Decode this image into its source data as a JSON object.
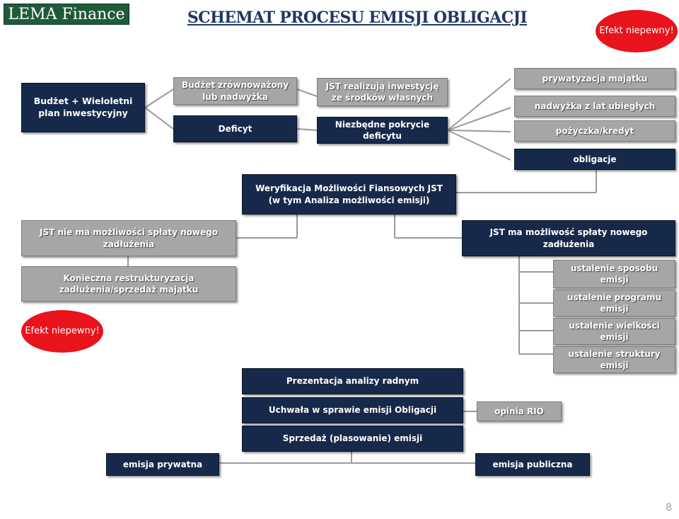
{
  "logo": "LEMA Finance",
  "title": "SCHEMAT PROCESU EMISJI OBLIGACJI",
  "bubble_top": "Efekt niepewny!",
  "bubble_left": "Efekt niepewny!",
  "boxes": {
    "budzet": "Budżet + Wieloletni plan inwestycyjny",
    "zrownowazony": "Budżet zrównoważony lub nadwyżka",
    "deficyt": "Deficyt",
    "jst_realizuja": "JST realizują inwestycję ze środków własnych",
    "niezbedne": "Niezbędne pokrycie deficytu",
    "prywatyzacja": "prywatyzacja majątku",
    "nadwyzka": "nadwyżka z lat ubiegłych",
    "pozyczka": "pożyczka/kredyt",
    "obligacje": "obligacje",
    "weryfikacja_1": "Weryfikacja  Możliwości Fiansowych JST",
    "weryfikacja_2": "(w tym Analiza możliwości emisji)",
    "nie_ma": "JST nie ma możliwości spłaty nowego zadłużenia",
    "ma": "JST ma możliwość spłaty nowego zadłużenia",
    "restrukturyzacja": "Konieczna restrukturyzacja zadłużenia/sprzedaż majątku",
    "sposobu": "ustalenie sposobu emisji",
    "programu": "ustalenie programu emisji",
    "wielkosci": "ustalenie wielkości emisji",
    "struktury": "ustalenie struktury emisji",
    "prezentacja": "Prezentacja analizy radnym",
    "uchwala": "Uchwała w sprawie emisji Obligacji",
    "opinia": "opinia RIO",
    "sprzedaz": "Sprzedaż (plasowanie) emisji",
    "prywatna": "emisja prywatna",
    "publiczna": "emisja publiczna"
  },
  "page_number": "8",
  "colors": {
    "dark_box": "#17294a",
    "gray_box": "#a6a6a6",
    "bubble": "#e8131b",
    "title": "#1f3864",
    "logo_bg": "#1f5a3a",
    "connector": "#9a9a9a"
  }
}
